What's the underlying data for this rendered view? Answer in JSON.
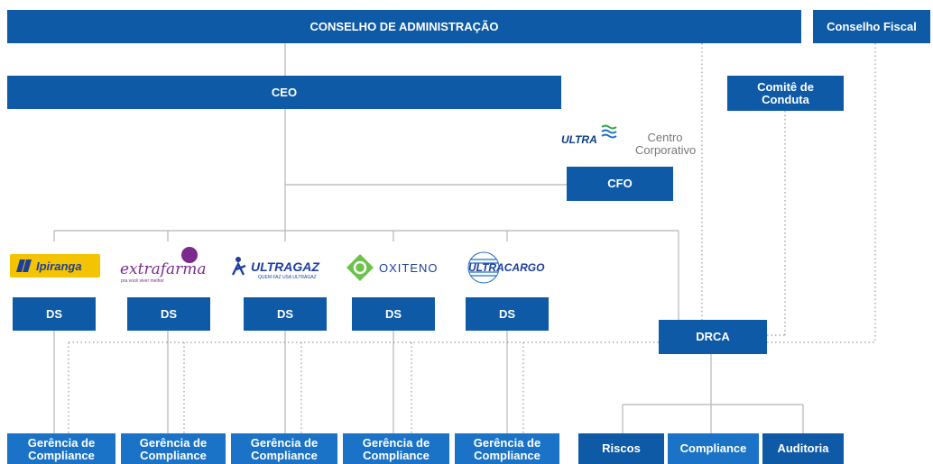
{
  "board": "CONSELHO DE ADMINISTRAÇÃO",
  "fiscal": "Conselho Fiscal",
  "conduct": "Comitê de Conduta",
  "ceo": "CEO",
  "cfo": "CFO",
  "corporate": {
    "logo": "ULTRA",
    "label_line1": "Centro",
    "label_line2": "Corporativo"
  },
  "businesses": [
    {
      "logo": "Ipiranga",
      "ds": "DS",
      "compliance": "Gerência de Compliance"
    },
    {
      "logo": "extrafarma",
      "tagline": "pra você viver melhor",
      "ds": "DS",
      "compliance": "Gerência de Compliance"
    },
    {
      "logo": "ULTRAGAZ",
      "tagline": "QUEM FAZ USA ULTRAGAZ",
      "ds": "DS",
      "compliance": "Gerência de Compliance"
    },
    {
      "logo": "OXITENO",
      "ds": "DS",
      "compliance": "Gerência de Compliance"
    },
    {
      "logo": "ULTRACARGO",
      "ds": "DS",
      "compliance": "Gerência de Compliance"
    }
  ],
  "drca": "DRCA",
  "drca_units": [
    "Riscos",
    "Compliance",
    "Auditoria"
  ],
  "colors": {
    "primary": "#0e5aa7",
    "secondary": "#1a73c6",
    "ipiranga_yellow": "#f5c400",
    "extrafarma_purple": "#7b2a8e",
    "oxiteno_green": "#6cc24a"
  }
}
